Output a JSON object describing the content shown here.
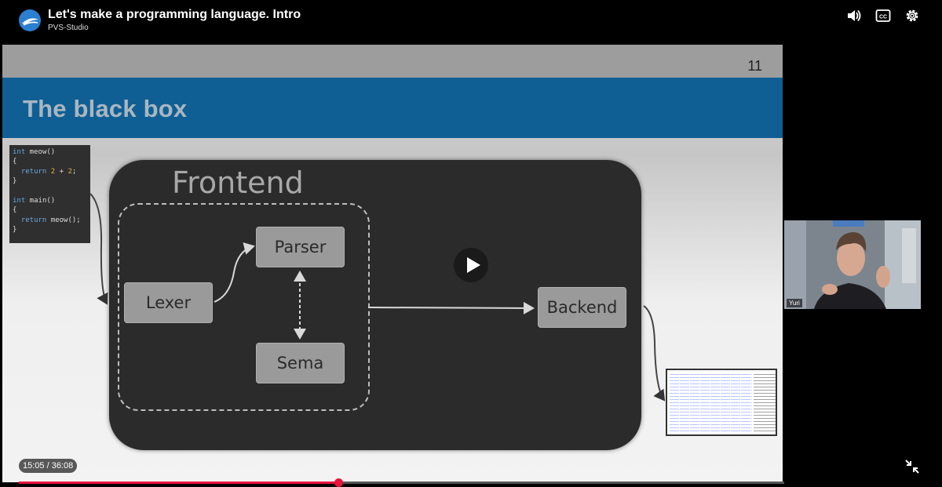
{
  "header": {
    "title": "Let's make a programming language. Intro",
    "channel": "PVS-Studio"
  },
  "controls": {
    "volume_icon": "volume-icon",
    "captions_icon": "captions-icon",
    "settings_icon": "gear-icon",
    "exit_fullscreen_icon": "exit-fullscreen-icon",
    "current_time": "15:05",
    "duration": "36:08",
    "time_display": "15:05 / 36:08",
    "progress_fraction": 0.4178,
    "accent_color": "#e8143c"
  },
  "slide": {
    "number": "11",
    "title": "The black box",
    "code_lines": [
      "int meow()",
      "{",
      "  return 2 + 2;",
      "}",
      "",
      "int main()",
      "{",
      "  return meow();",
      "}"
    ],
    "diagram": {
      "frontend_label": "Frontend",
      "nodes": {
        "lexer": "Lexer",
        "parser": "Parser",
        "sema": "Sema",
        "backend": "Backend"
      }
    }
  },
  "webcam": {
    "speaker_name": "Yuri"
  }
}
